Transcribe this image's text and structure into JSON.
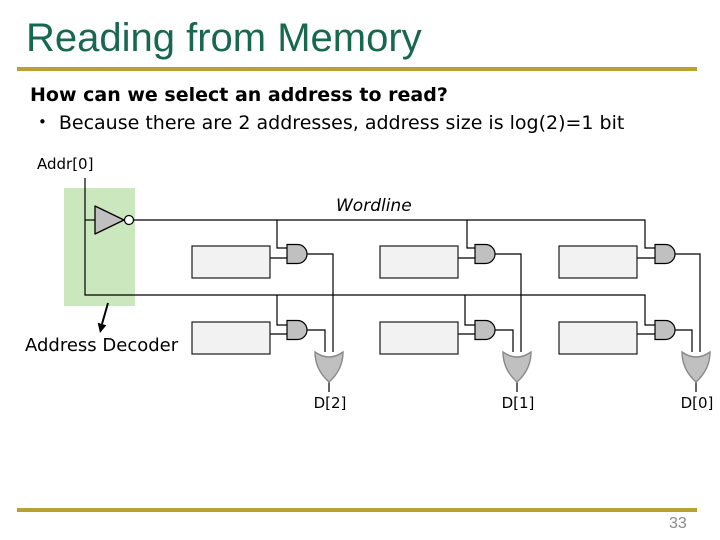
{
  "slide": {
    "title": "Reading from Memory",
    "page_number": "33"
  },
  "content": {
    "heading": "How can we select an address to read?",
    "bullet_marker": "•",
    "bullet_text": "Because there are 2 addresses, address size is log(2)=1 bit"
  },
  "diagram": {
    "addr_label": "Addr[0]",
    "wordline_label": "Wordline",
    "decoder_label": "Address Decoder",
    "outputs": [
      {
        "label": "D[2]"
      },
      {
        "label": "D[1]"
      },
      {
        "label": "D[0]"
      }
    ]
  },
  "colors": {
    "title_green": "#17684D",
    "gold_rule": "#B9A032",
    "decoder_box_green": "#CBE7BE",
    "memory_cell_fill": "#F2F2F2",
    "gate_fill": "#C0C0C0",
    "page_number_gray": "#8A8A8A"
  }
}
